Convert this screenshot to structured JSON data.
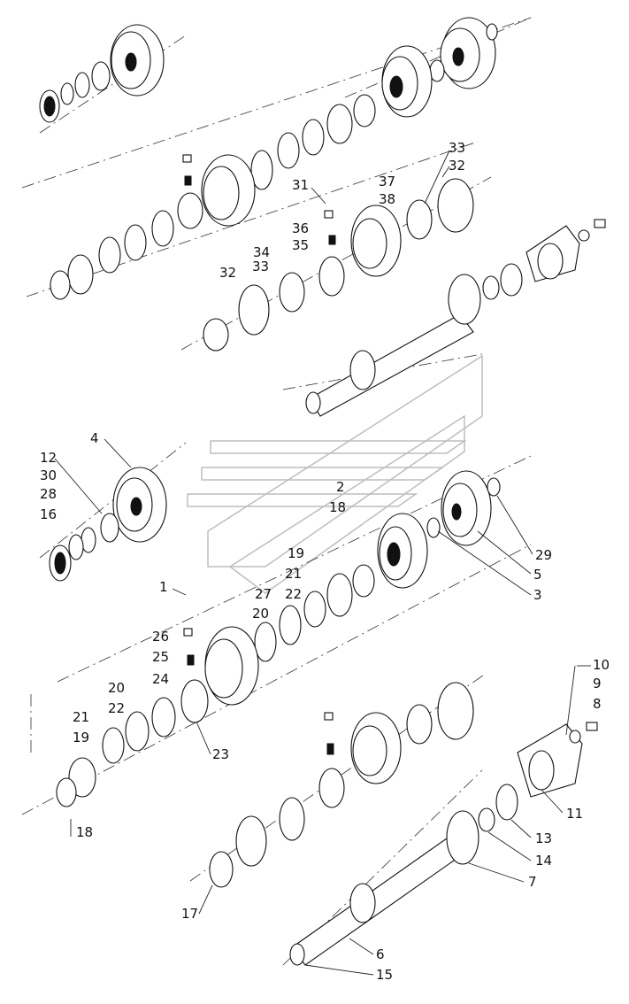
{
  "callouts_top": {
    "c31": "31",
    "c37": "37",
    "c38": "38",
    "c36": "36",
    "c35": "35",
    "c34": "34",
    "c33a": "33",
    "c32a": "32",
    "c33b": "33",
    "c32b": "32"
  },
  "callouts_bottom": {
    "c4": "4",
    "c12": "12",
    "c30": "30",
    "c28": "28",
    "c16": "16",
    "c2": "2",
    "c18a": "18",
    "c19a": "19",
    "c21a": "21",
    "c22a": "22",
    "c27": "27",
    "c20a": "20",
    "c1": "1",
    "c26": "26",
    "c25": "25",
    "c24": "24",
    "c20b": "20",
    "c22b": "22",
    "c21b": "21",
    "c19b": "19",
    "c23": "23",
    "c18b": "18",
    "c29": "29",
    "c5": "5",
    "c3": "3",
    "c10": "10",
    "c9": "9",
    "c8": "8",
    "c11": "11",
    "c13": "13",
    "c14": "14",
    "c7": "7",
    "c17": "17",
    "c6": "6",
    "c15": "15"
  },
  "colors": {
    "line": "#111111",
    "background": "#ffffff",
    "watermark": "#f2f2f2"
  },
  "icons": [
    "logo-watermark"
  ]
}
